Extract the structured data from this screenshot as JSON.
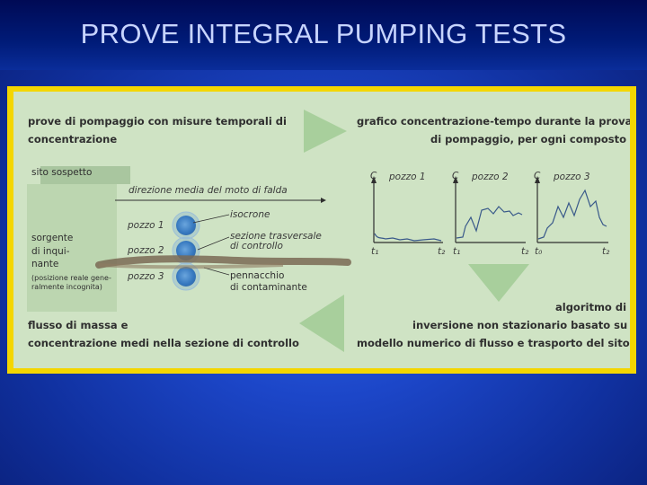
{
  "slide": {
    "title": "PROVE INTEGRAL PUMPING TESTS"
  },
  "colors": {
    "background": "#1c46c8",
    "frame": "#f4d600",
    "panel": "#cfe3c4",
    "well": "#3678bf",
    "plume": "#7a6a55"
  },
  "diagram": {
    "top_left": [
      "prove di pompaggio con misure temporali di",
      "concentrazione"
    ],
    "top_right": [
      "grafico concentrazione-tempo durante la prova",
      "di pompaggio, per ogni composto"
    ],
    "site": {
      "label": "sito sospetto",
      "flow_direction": "direzione media del moto di falda",
      "source": [
        "sorgente",
        "di inqui-",
        "nante"
      ],
      "source_note": [
        "(posizione reale gene-",
        "ralmente incognita)"
      ],
      "wells": [
        "pozzo 1",
        "pozzo 2",
        "pozzo 3"
      ],
      "isochrones": "isocrone",
      "control_section": [
        "sezione trasversale",
        "di controllo"
      ],
      "plume": [
        "pennacchio",
        "di contaminante"
      ]
    },
    "graphs": [
      {
        "axis": "C",
        "title": "pozzo 1",
        "t_start": "t₁",
        "t_end": "t₂"
      },
      {
        "axis": "C",
        "title": "pozzo 2",
        "t_start": "t₁",
        "t_end": "t₂"
      },
      {
        "axis": "C",
        "title": "pozzo 3",
        "t_start": "t₀",
        "t_end": "t₂"
      }
    ],
    "bottom_right": [
      "algoritmo di",
      "inversione non stazionario basato su",
      "modello numerico di flusso e trasporto del sito"
    ],
    "bottom_left": [
      "flusso di massa e",
      "concentrazione medi nella sezione di controllo"
    ]
  }
}
